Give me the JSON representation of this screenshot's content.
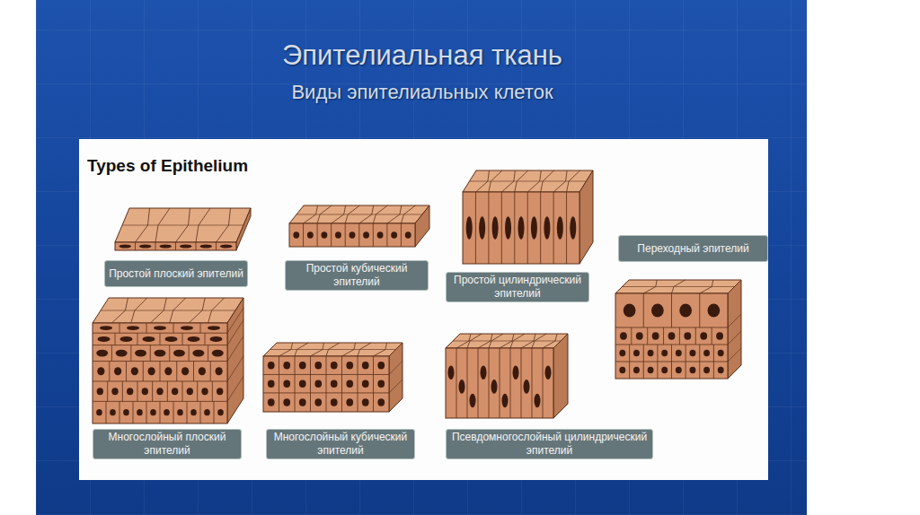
{
  "diagram": {
    "title": "Эпителиальная ткань",
    "nodes": [
      {
        "text": [
          "Простой плоский эпителий"
        ]
      },
      {
        "text": [
          "Простой кубический эпителий"
        ]
      },
      {
        "text": [
          "Простой цилиндрический эпителий"
        ]
      },
      {
        "text": [
          "Переходный эпителий"
        ]
      },
      {
        "text": [
          "Многослойный плоский эпителий"
        ]
      },
      {
        "text": [
          "Многослойный кубический эпителий"
        ]
      },
      {
        "text": [
          "Псевдомногослойный цилиндрический эпителий"
        ]
      }
    ],
    "labels": [
      "Виды эпителиальных клеток",
      "Types of Epithelium"
    ]
  }
}
